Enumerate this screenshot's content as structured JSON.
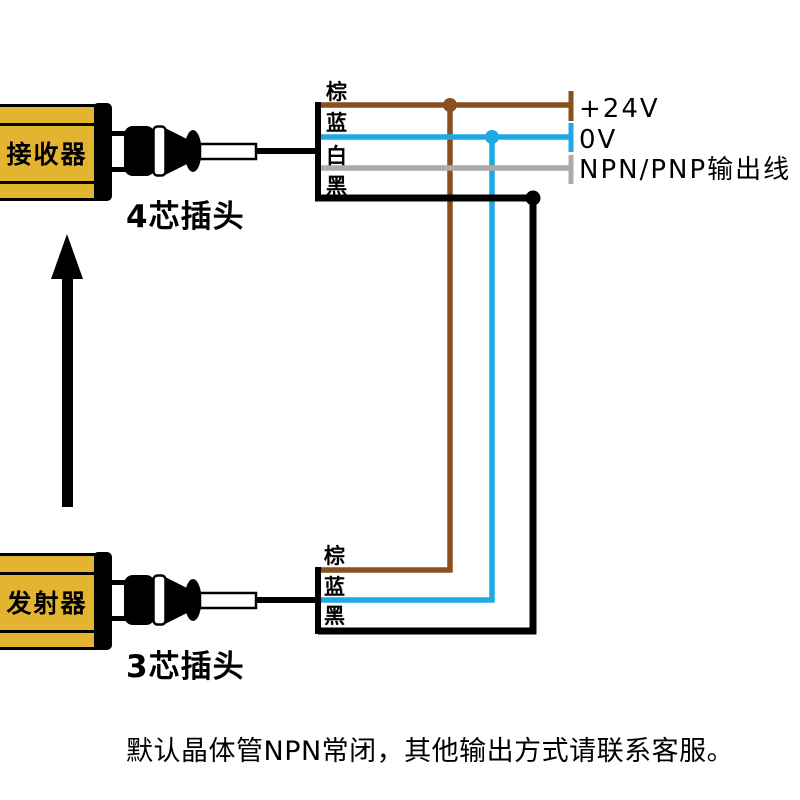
{
  "diagram": {
    "receiver": {
      "label": "接收器",
      "plug_label": "4芯插头",
      "wire_labels": [
        "棕",
        "蓝",
        "白",
        "黑"
      ]
    },
    "transmitter": {
      "label": "发射器",
      "plug_label": "3芯插头",
      "wire_labels": [
        "棕",
        "蓝",
        "黑"
      ]
    },
    "terminals": [
      "+24V",
      "0V",
      "NPN/PNP输出线"
    ],
    "arrow_direction": "up",
    "note": "默认晶体管NPN常闭，其他输出方式请联系客服。"
  },
  "colors": {
    "yellow": "#E3B42F",
    "brown": "#8A4F1F",
    "blue": "#1FA9E2",
    "gray": "#ABABAB",
    "black": "#000000"
  }
}
